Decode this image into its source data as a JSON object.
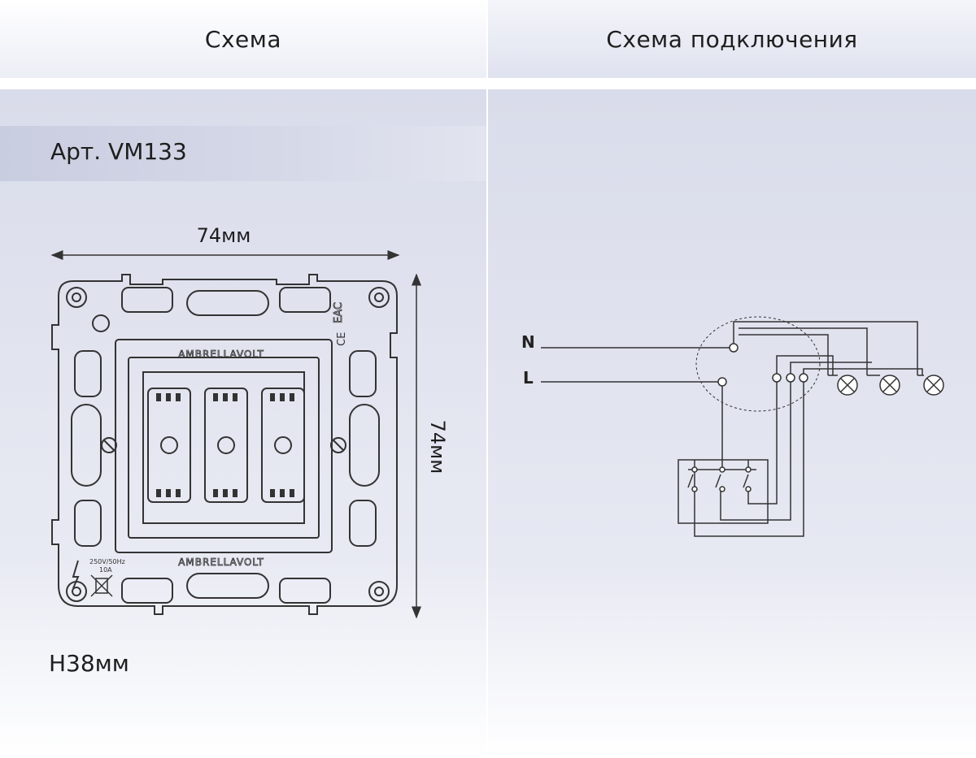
{
  "headers": {
    "left": "Схема",
    "right": "Схема подключения"
  },
  "article": "Арт. VM133",
  "dimensions": {
    "width": "74мм",
    "height_side": "74мм",
    "depth": "H38мм"
  },
  "device": {
    "brand_top": "AMBRELLAVOLT",
    "brand_bottom": "AMBRELLAVOLT",
    "marks": [
      "EAC",
      "CE"
    ],
    "rating_voltage": "250V/50Hz",
    "rating_current": "10A"
  },
  "wiring": {
    "neutral": "N",
    "line": "L",
    "lamp_count": 3
  },
  "colors": {
    "line": "#333333",
    "header_text": "#1e1e1e",
    "panel": "#dcdfec"
  }
}
